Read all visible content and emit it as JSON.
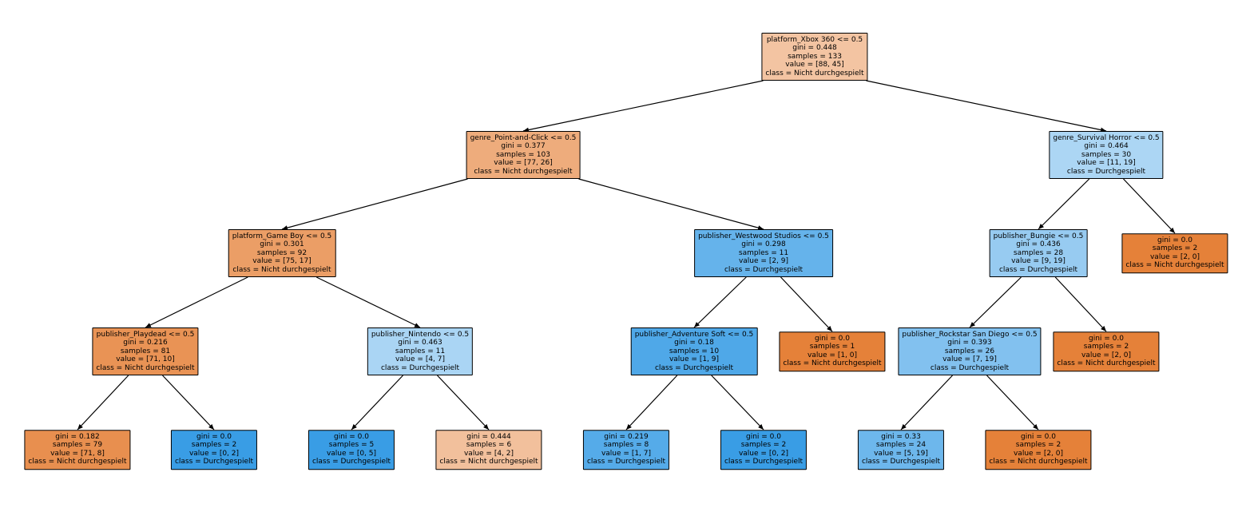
{
  "colors": {
    "nicht_durchgespielt": "#e58139",
    "durchgespielt": "#399de5"
  },
  "nodes": [
    {
      "id": "n0",
      "split": "platform_Xbox 360 <= 0.5",
      "gini": "gini = 0.448",
      "samples": "samples = 133",
      "value": "value = [88, 45]",
      "cls": "class = Nicht durchgespielt",
      "fill": "#f3c4a2"
    },
    {
      "id": "n1",
      "split": "genre_Point-and-Click <= 0.5",
      "gini": "gini = 0.377",
      "samples": "samples = 103",
      "value": "value = [77, 26]",
      "cls": "class = Nicht durchgespielt",
      "fill": "#eeac7c"
    },
    {
      "id": "n2",
      "split": "platform_Game Boy <= 0.5",
      "gini": "gini = 0.301",
      "samples": "samples = 92",
      "value": "value = [75, 17]",
      "cls": "class = Nicht durchgespielt",
      "fill": "#eb9e66"
    },
    {
      "id": "n3",
      "split": "publisher_Playdead <= 0.5",
      "gini": "gini = 0.216",
      "samples": "samples = 81",
      "value": "value = [71, 10]",
      "cls": "class = Nicht durchgespielt",
      "fill": "#e99355"
    },
    {
      "id": "n4",
      "split": "",
      "gini": "gini = 0.182",
      "samples": "samples = 79",
      "value": "value = [71, 8]",
      "cls": "class = Nicht durchgespielt",
      "fill": "#e88f4f"
    },
    {
      "id": "n5",
      "split": "",
      "gini": "gini = 0.0",
      "samples": "samples = 2",
      "value": "value = [0, 2]",
      "cls": "class = Durchgespielt",
      "fill": "#399de5"
    },
    {
      "id": "n6",
      "split": "publisher_Nintendo <= 0.5",
      "gini": "gini = 0.463",
      "samples": "samples = 11",
      "value": "value = [4, 7]",
      "cls": "class = Durchgespielt",
      "fill": "#aad5f4"
    },
    {
      "id": "n7",
      "split": "",
      "gini": "gini = 0.0",
      "samples": "samples = 5",
      "value": "value = [0, 5]",
      "cls": "class = Durchgespielt",
      "fill": "#399de5"
    },
    {
      "id": "n8",
      "split": "",
      "gini": "gini = 0.444",
      "samples": "samples = 6",
      "value": "value = [4, 2]",
      "cls": "class = Nicht durchgespielt",
      "fill": "#f2c09c"
    },
    {
      "id": "n9",
      "split": "publisher_Westwood Studios <= 0.5",
      "gini": "gini = 0.298",
      "samples": "samples = 11",
      "value": "value = [2, 9]",
      "cls": "class = Durchgespielt",
      "fill": "#65b3eb"
    },
    {
      "id": "n10",
      "split": "publisher_Adventure Soft <= 0.5",
      "gini": "gini = 0.18",
      "samples": "samples = 10",
      "value": "value = [1, 9]",
      "cls": "class = Durchgespielt",
      "fill": "#4fa8e8"
    },
    {
      "id": "n11",
      "split": "",
      "gini": "gini = 0.219",
      "samples": "samples = 8",
      "value": "value = [1, 7]",
      "cls": "class = Durchgespielt",
      "fill": "#55abe9"
    },
    {
      "id": "n12",
      "split": "",
      "gini": "gini = 0.0",
      "samples": "samples = 2",
      "value": "value = [0, 2]",
      "cls": "class = Durchgespielt",
      "fill": "#399de5"
    },
    {
      "id": "n13",
      "split": "",
      "gini": "gini = 0.0",
      "samples": "samples = 1",
      "value": "value = [1, 0]",
      "cls": "class = Nicht durchgespielt",
      "fill": "#e58139"
    },
    {
      "id": "n14",
      "split": "genre_Survival Horror <= 0.5",
      "gini": "gini = 0.464",
      "samples": "samples = 30",
      "value": "value = [11, 19]",
      "cls": "class = Durchgespielt",
      "fill": "#acd6f4"
    },
    {
      "id": "n15",
      "split": "publisher_Bungie <= 0.5",
      "gini": "gini = 0.436",
      "samples": "samples = 28",
      "value": "value = [9, 19]",
      "cls": "class = Durchgespielt",
      "fill": "#97cbf1"
    },
    {
      "id": "n16",
      "split": "publisher_Rockstar San Diego <= 0.5",
      "gini": "gini = 0.393",
      "samples": "samples = 26",
      "value": "value = [7, 19]",
      "cls": "class = Durchgespielt",
      "fill": "#82c1ef"
    },
    {
      "id": "n17",
      "split": "",
      "gini": "gini = 0.33",
      "samples": "samples = 24",
      "value": "value = [5, 19]",
      "cls": "class = Durchgespielt",
      "fill": "#6db7ec"
    },
    {
      "id": "n18",
      "split": "",
      "gini": "gini = 0.0",
      "samples": "samples = 2",
      "value": "value = [2, 0]",
      "cls": "class = Nicht durchgespielt",
      "fill": "#e58139"
    },
    {
      "id": "n19",
      "split": "",
      "gini": "gini = 0.0",
      "samples": "samples = 2",
      "value": "value = [2, 0]",
      "cls": "class = Nicht durchgespielt",
      "fill": "#e58139"
    },
    {
      "id": "n20",
      "split": "",
      "gini": "gini = 0.0",
      "samples": "samples = 2",
      "value": "value = [2, 0]",
      "cls": "class = Nicht durchgespielt",
      "fill": "#e58139"
    }
  ],
  "edges": [
    [
      "n0",
      "n1"
    ],
    [
      "n0",
      "n14"
    ],
    [
      "n1",
      "n2"
    ],
    [
      "n1",
      "n9"
    ],
    [
      "n2",
      "n3"
    ],
    [
      "n2",
      "n6"
    ],
    [
      "n3",
      "n4"
    ],
    [
      "n3",
      "n5"
    ],
    [
      "n6",
      "n7"
    ],
    [
      "n6",
      "n8"
    ],
    [
      "n9",
      "n10"
    ],
    [
      "n9",
      "n13"
    ],
    [
      "n10",
      "n11"
    ],
    [
      "n10",
      "n12"
    ],
    [
      "n14",
      "n15"
    ],
    [
      "n14",
      "n20"
    ],
    [
      "n15",
      "n16"
    ],
    [
      "n15",
      "n19"
    ],
    [
      "n16",
      "n17"
    ],
    [
      "n16",
      "n18"
    ]
  ]
}
